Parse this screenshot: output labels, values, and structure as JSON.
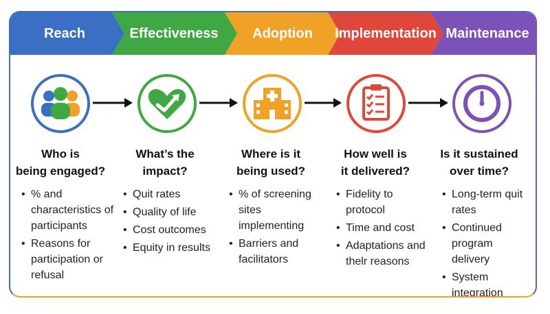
{
  "colors": {
    "reach": "#3b6fc4",
    "effectiveness": "#40a843",
    "adoption": "#f0a227",
    "implementation": "#e0473a",
    "maintenance": "#7c52b8"
  },
  "stages": [
    {
      "label": "Reach",
      "icon": "people-group-icon",
      "question": [
        "Who is",
        "being engaged?"
      ],
      "bullets": [
        "% and characteristics of participants",
        "Reasons for participation or refusal"
      ]
    },
    {
      "label": "Effectiveness",
      "icon": "heart-trend-icon",
      "question": [
        "What’s the",
        "impact?"
      ],
      "bullets": [
        "Quit rates",
        "Quality of life",
        "Cost outcomes",
        "Equity in results"
      ]
    },
    {
      "label": "Adoption",
      "icon": "hospital-icon",
      "question": [
        "Where is it",
        "being used?"
      ],
      "bullets": [
        "% of screening sites implementing",
        "Barriers and facilitators"
      ]
    },
    {
      "label": "Implementation",
      "icon": "clipboard-checklist-icon",
      "question": [
        "How well is",
        "it delivered?"
      ],
      "bullets": [
        "Fidelity to protocol",
        "Time and cost",
        "Adaptations and thelr reasons"
      ]
    },
    {
      "label": "Maintenance",
      "icon": "clock-icon",
      "question": [
        "Is it sustained",
        "over time?"
      ],
      "bullets": [
        "Long-term quit rates",
        "Continued program delivery",
        "System integration"
      ]
    }
  ]
}
